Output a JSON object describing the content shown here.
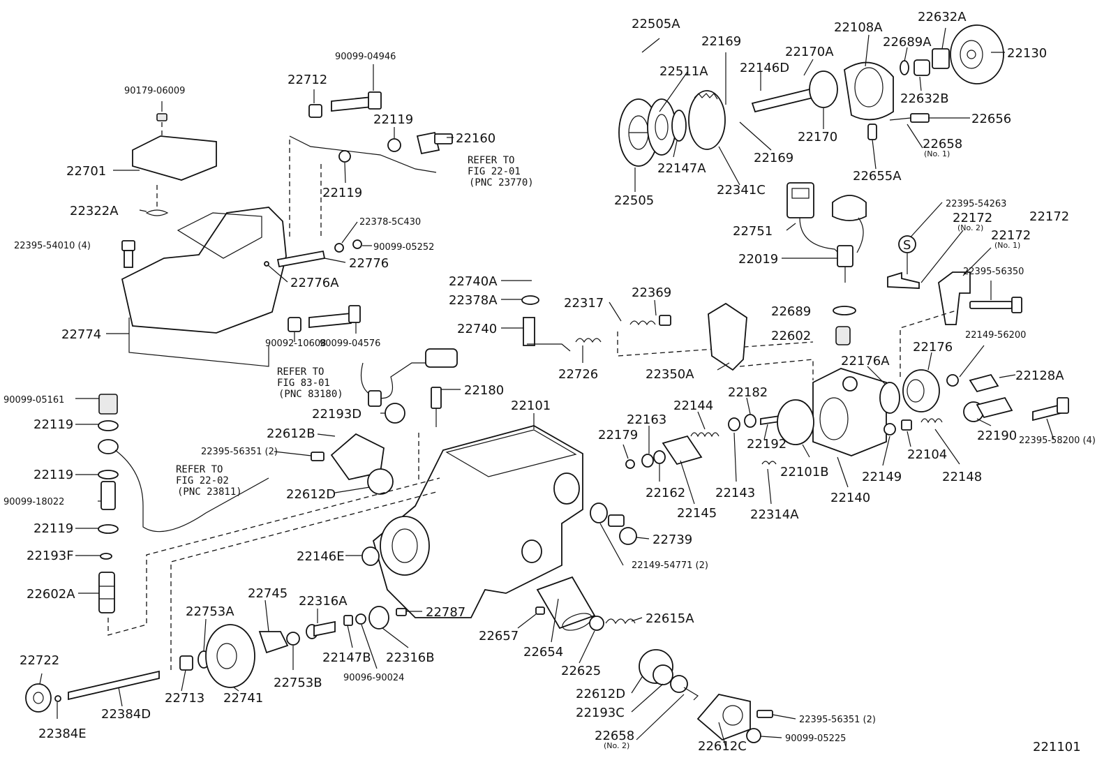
{
  "figure_id": "221101",
  "labels": {
    "p22505A": "22505A",
    "p22169a": "22169",
    "p22108A": "22108A",
    "p22632A": "22632A",
    "p22130": "22130",
    "p22511A": "22511A",
    "p22170A": "22170A",
    "p22689A": "22689A",
    "p22146D": "22146D",
    "p22656": "22656",
    "p22632B": "22632B",
    "p22170": "22170",
    "p22658": "22658",
    "p22658n1": "(No. 1)",
    "p22169b": "22169",
    "p22505": "22505",
    "p22147A": "22147A",
    "p22341C": "22341C",
    "p22655A": "22655A",
    "p90179": "90179-06009",
    "p22712": "22712",
    "p90099_04946": "90099-04946",
    "p22119a": "22119",
    "p22160": "22160",
    "p22701": "22701",
    "p22119b": "22119",
    "p22322A": "22322A",
    "p22378_5C430": "22378-5C430",
    "p90099_05252": "90099-05252",
    "p22395_54010": "22395-54010 (4)",
    "p22776": "22776",
    "p22776A": "22776A",
    "p22774": "22774",
    "p22751": "22751",
    "p22019": "22019",
    "p22395_54263": "22395-54263",
    "p22172a": "22172",
    "p22172b": "22172",
    "p22172bn": "(No. 2)",
    "p22172c": "22172",
    "p22172cn": "(No. 1)",
    "p22395_56350": "22395-56350",
    "p22740A": "22740A",
    "p22378A": "22378A",
    "p22317": "22317",
    "p22369": "22369",
    "p22740": "22740",
    "p22726": "22726",
    "p22689": "22689",
    "p22602": "22602",
    "p22149_56200": "22149-56200",
    "p22176": "22176",
    "p22176A": "22176A",
    "p22128A": "22128A",
    "p22350A": "22350A",
    "p90092_10608": "90092-10608",
    "p90099_04576": "90099-04576",
    "p22180": "22180",
    "p22193D": "22193D",
    "p22101": "22101",
    "p22144": "22144",
    "p22182": "22182",
    "p22163": "22163",
    "p22179": "22179",
    "p22192": "22192",
    "p22190": "22190",
    "p22395_58200": "22395-58200 (4)",
    "p22612B": "22612B",
    "p22395_56351a": "22395-56351 (2)",
    "p22162": "22162",
    "p22145": "22145",
    "p22143": "22143",
    "p22101B": "22101B",
    "p22140": "22140",
    "p22149": "22149",
    "p22104": "22104",
    "p22148": "22148",
    "p22612D_a": "22612D",
    "p22314A": "22314A",
    "p90099_05161": "90099-05161",
    "p22119c": "22119",
    "p22119d": "22119",
    "p90099_18022": "90099-18022",
    "p22119e": "22119",
    "p22193F": "22193F",
    "p22602A": "22602A",
    "p22739": "22739",
    "p22149_54771": "22149-54771 (2)",
    "p22146E": "22146E",
    "p22745": "22745",
    "p22316A": "22316A",
    "p22787": "22787",
    "p22753A": "22753A",
    "p22615A": "22615A",
    "p22657": "22657",
    "p22654": "22654",
    "p22147B": "22147B",
    "p22316B": "22316B",
    "p22753B": "22753B",
    "p90096_90024": "90096-90024",
    "p22625": "22625",
    "p22722": "22722",
    "p22713": "22713",
    "p22741": "22741",
    "p22612D_b": "22612D",
    "p22384D": "22384D",
    "p22193C": "22193C",
    "p22384E": "22384E",
    "p22658b": "22658",
    "p22658bn": "(No. 2)",
    "p22612C": "22612C",
    "p22395_56351b": "22395-56351 (2)",
    "p90099_05225": "90099-05225"
  },
  "notes": {
    "n1": [
      "REFER TO",
      "FIG 22-01",
      "(PNC 23770)"
    ],
    "n2": [
      "REFER TO",
      "FIG 83-01",
      "(PNC 83180)"
    ],
    "n3": [
      "REFER TO",
      "FIG 22-02",
      "(PNC 23811)"
    ]
  },
  "symbol_s": "S"
}
